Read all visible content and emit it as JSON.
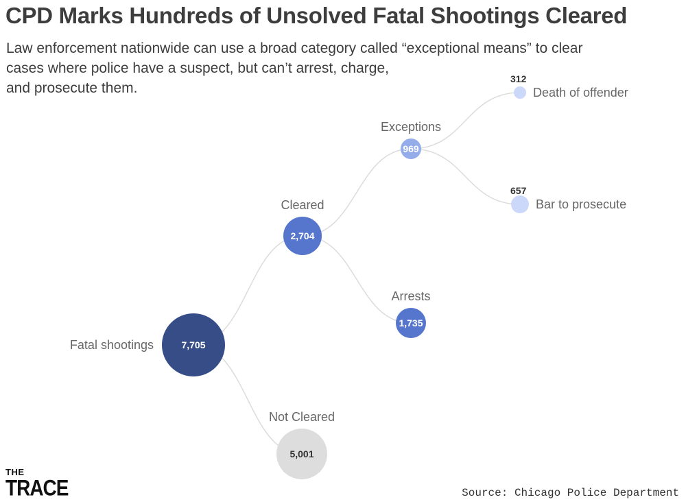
{
  "title": "CPD Marks Hundreds of Unsolved Fatal Shootings Cleared",
  "subtitle_lines": [
    "Law enforcement nationwide can use a broad category called “exceptional means” to clear",
    "cases where police have a suspect, but can’t arrest, charge,",
    "and prosecute them."
  ],
  "source": "Source: Chicago Police Department",
  "logo": {
    "line1": "THE",
    "line2": "TRACE"
  },
  "colors": {
    "root": "#374d87",
    "cleared": "#5675cc",
    "arrests": "#5675cc",
    "exceptions": "#95acea",
    "leaf": "#cbd8fa",
    "not_cleared": "#dddddd",
    "link": "#dcdcdc"
  },
  "chart_data": {
    "type": "tree",
    "nodes": [
      {
        "id": "fatal",
        "label": "Fatal shootings",
        "value": 7705,
        "display": "7,705",
        "parent": null
      },
      {
        "id": "cleared",
        "label": "Cleared",
        "value": 2704,
        "display": "2,704",
        "parent": "fatal"
      },
      {
        "id": "not_cleared",
        "label": "Not Cleared",
        "value": 5001,
        "display": "5,001",
        "parent": "fatal"
      },
      {
        "id": "arrests",
        "label": "Arrests",
        "value": 1735,
        "display": "1,735",
        "parent": "cleared"
      },
      {
        "id": "exceptions",
        "label": "Exceptions",
        "value": 969,
        "display": "969",
        "parent": "cleared"
      },
      {
        "id": "death",
        "label": "Death of offender",
        "value": 312,
        "display": "312",
        "parent": "exceptions"
      },
      {
        "id": "bar",
        "label": "Bar to prosecute",
        "value": 657,
        "display": "657",
        "parent": "exceptions"
      }
    ]
  }
}
